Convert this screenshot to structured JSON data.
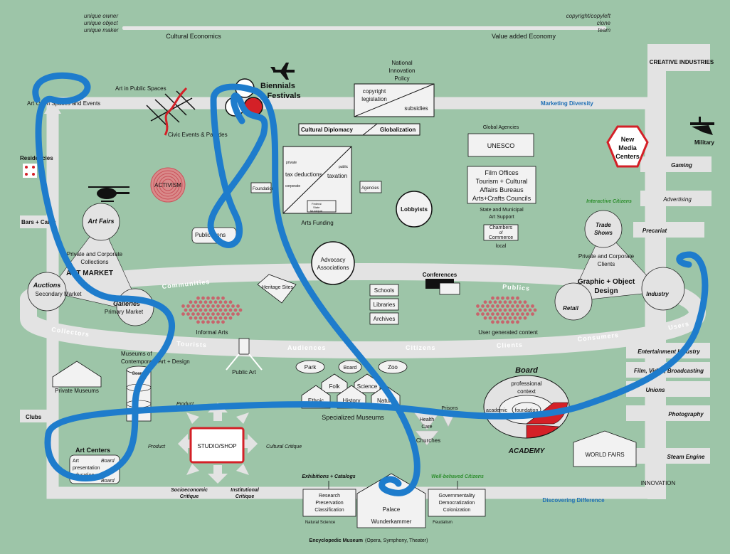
{
  "header": {
    "unique_lines": [
      "unique owner",
      "unique object",
      "unique maker"
    ],
    "copy_lines": [
      "copyright/copyleft",
      "clone",
      "team"
    ],
    "cultural_economics": "Cultural Economics",
    "value_added_economy": "Value added Economy"
  },
  "right_column": {
    "creative_industries": "CREATIVE INDUSTRIES",
    "military": "Military",
    "gaming": "Gaming",
    "advertising": "Advertising",
    "precariat": "Precariat",
    "entertainment_industry": "Entertainment Industry",
    "film_video_broadcasting": "Film, Video, Broadcasting",
    "unions": "Unions",
    "photography": "Photography",
    "steam_engine": "Steam Engine",
    "innovation": "INNOVATION"
  },
  "top_route": {
    "art_in_public_spaces": "Art in Public Spaces",
    "art_open_spaces_events": "Art Open Spaces and Events",
    "civic_events_parades": "Civic Events & Parades",
    "biennials_line1": "Biennials",
    "biennials_line2": "+ Festivals",
    "national_innovation_policy": [
      "National",
      "Innovation",
      "Policy"
    ],
    "copyright_legislation": [
      "copyright",
      "legislation"
    ],
    "subsidies": "subsidies",
    "marketing_diversity": "Marketing Diversity"
  },
  "center": {
    "cultural_diplomacy": "Cultural Diplomacy",
    "globalization": "Globalization",
    "private": "private",
    "tax_deductions": "tax deductions",
    "corporate": "corporate",
    "public": "public",
    "taxation": "taxation",
    "foundations": "Foundations",
    "agencies": "Agencies",
    "levels": [
      "Federal",
      "State",
      "Municipal"
    ],
    "arts_funding": "Arts Funding",
    "activism": "ACTIVISM",
    "lobbyists": "Lobbyists",
    "advocacy": [
      "Advocacy",
      "Associations"
    ],
    "publications": "Publications",
    "global_agencies": "Global Agencies",
    "unesco": "UNESCO",
    "film_offices": [
      "Film Offices",
      "Tourism + Cultural",
      "Affairs Bureaus",
      "Arts+Crafts Councils"
    ],
    "state_municipal": [
      "State and Municipal",
      "Art Support"
    ],
    "chambers": [
      "Chambers",
      "of",
      "Commerce"
    ],
    "local": "local",
    "new_media_centers": [
      "New",
      "Media",
      "Centers"
    ],
    "interactive_citizens": "Interactive Citizens",
    "conferences": "Conferences",
    "schools": "Schools",
    "libraries": "Libraries",
    "archives": "Archives",
    "heritage_sites": "Heritage Sites",
    "informal_arts": "Informal Arts",
    "user_generated_content": "User generated content",
    "public_art": "Public Art"
  },
  "left": {
    "residencies": "Residencies",
    "bars_cafes": "Bars + Cafes",
    "art_fairs": "Art Fairs",
    "private_corporate_collections": [
      "Private and Corporate",
      "Collections"
    ],
    "art_market": "ART MARKET",
    "auctions": "Auctions",
    "secondary_market": "Secondary Market",
    "galleries": "Galleries",
    "primary_market": "Primary Market",
    "museums_contemporary": [
      "Museums of",
      "Contemporary Art + Design"
    ],
    "board": "Board",
    "private_museums": "Private Museums",
    "clubs": "Clubs",
    "art_centers": "Art Centers",
    "art_centers_items": [
      "Art",
      "presentation",
      "education"
    ]
  },
  "ring": {
    "communities": "Communities",
    "publics": "Publics",
    "collectors": "Collectors",
    "tourists": "Tourists",
    "audiences": "Audiences",
    "citizens": "Citizens",
    "clients": "Clients",
    "consumers": "Consumers",
    "users": "Users"
  },
  "right_cluster": {
    "trade_shows": [
      "Trade",
      "Shows"
    ],
    "private_corporate_clients": [
      "Private and Corporate",
      "Clients"
    ],
    "graphic_object_design": [
      "Graphic + Object",
      "Design"
    ],
    "retail": "Retail",
    "industry": "Industry"
  },
  "bottom": {
    "park": "Park",
    "board": "Board",
    "zoo": "Zoo",
    "folk": "Folk",
    "science": "Science",
    "ethnic": "Ethnic",
    "history": "History",
    "nature": "Nature",
    "specialized_museums": "Specialized Museums",
    "prisons": "Prisons",
    "health_care": [
      "Health",
      "Care"
    ],
    "churches": "Churches",
    "academy_board": "Board",
    "professional_context": [
      "professional",
      "context"
    ],
    "academic": "academic",
    "foundation": "foundation",
    "academy": "ACADEMY",
    "world_fairs": "WORLD FAIRS",
    "studio_shop": "STUDIO/SHOP",
    "product_top": "Product",
    "product_left": "Product",
    "cultural_critique": "Cultural Critique",
    "socioeconomic_critique": [
      "Socioeconomic",
      "Critique"
    ],
    "institutional_critique": [
      "Institutional",
      "Critique"
    ],
    "exhibitions_catalogs": "Exhibitions + Catalogs",
    "well_behaved_citizens": "Well-behaved Citizens",
    "research": [
      "Research",
      "Preservation",
      "Classification"
    ],
    "governmentality": [
      "Governmentality",
      "Democratization",
      "Colonization"
    ],
    "palace": "Palace",
    "wunderkammer": "Wunderkammer",
    "natural_science": "Natural Science",
    "feudalism": "Feudalism",
    "discovering_difference": "Discovering Difference",
    "encyclopedic_museum": "Encyclopedic Museum",
    "encyclopedic_sub": "(Opera, Symphony, Theater)"
  },
  "colors": {
    "background": "#9dc5a8",
    "road": "#e3e3e3",
    "accent_blue": "#1f6fb5",
    "scribble": "#1e7ccc",
    "red": "#d42027"
  }
}
